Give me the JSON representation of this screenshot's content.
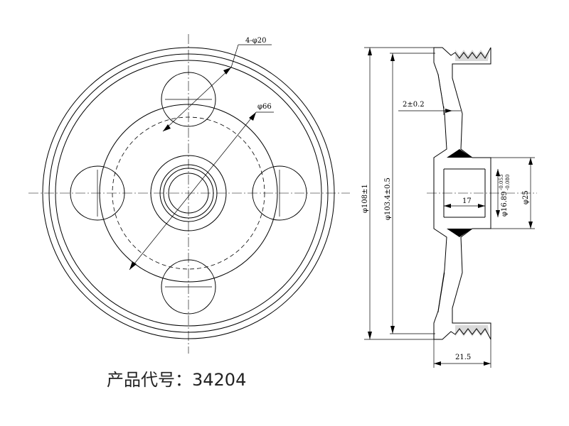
{
  "labels": {
    "holes": "4-φ20",
    "pcd": "φ66",
    "groove_depth": "2±0.2",
    "outer_dia": "φ108±1",
    "groove_dia": "φ103.4±0.5",
    "bore_dia": "φ16.89",
    "bore_tol_upper": "-0.053",
    "bore_tol_lower": "-0.080",
    "hub_dia": "φ25",
    "hub_length": "17",
    "total_width": "21.5"
  },
  "caption": {
    "prefix": "产品代号：",
    "code": "34204"
  },
  "colors": {
    "line": "#000000",
    "fill": "#000000"
  }
}
